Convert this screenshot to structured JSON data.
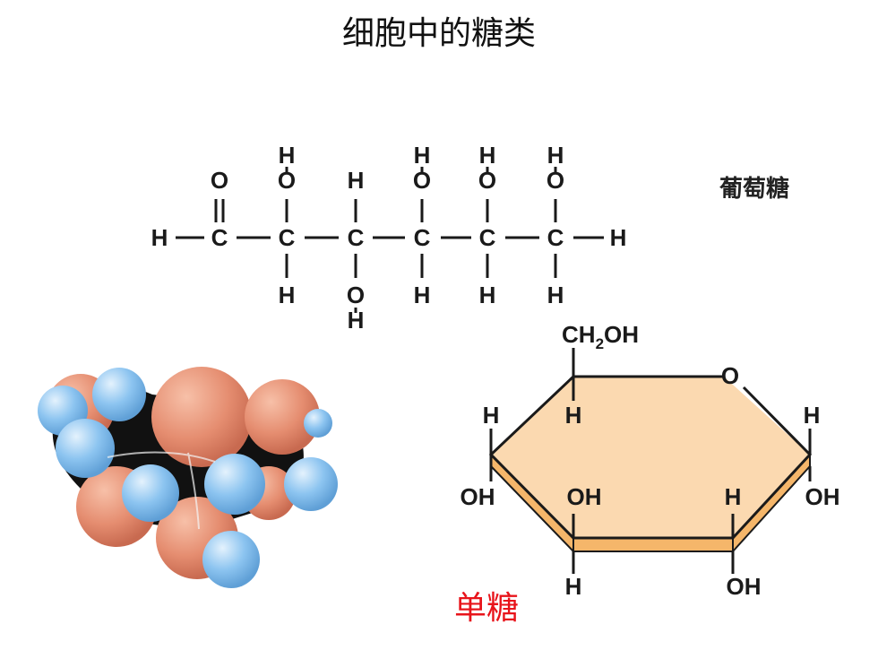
{
  "title": "细胞中的糖类",
  "labels": {
    "glucose": "葡萄糖",
    "monosaccharide": "单糖"
  },
  "chain_atoms": {
    "H": "H",
    "C": "C",
    "O": "O",
    "OH": "OH"
  },
  "ring_atoms": {
    "ch2oh_main": "CH",
    "ch2oh_sub": "2",
    "ch2oh_tail": "OH",
    "ring_o": "O",
    "H": "H",
    "OH": "OH"
  },
  "colors": {
    "title": "#111111",
    "label_red": "#e8141b",
    "ring_fill": "#fbd9b0",
    "ring_edge": "#f5b66a",
    "atom_carbon": "#111111",
    "atom_oxygen": "#e58d70",
    "atom_hydrogen": "#8cc4f0"
  },
  "icons": {
    "space_filling_model": "glucose-space-filling-model-icon"
  }
}
